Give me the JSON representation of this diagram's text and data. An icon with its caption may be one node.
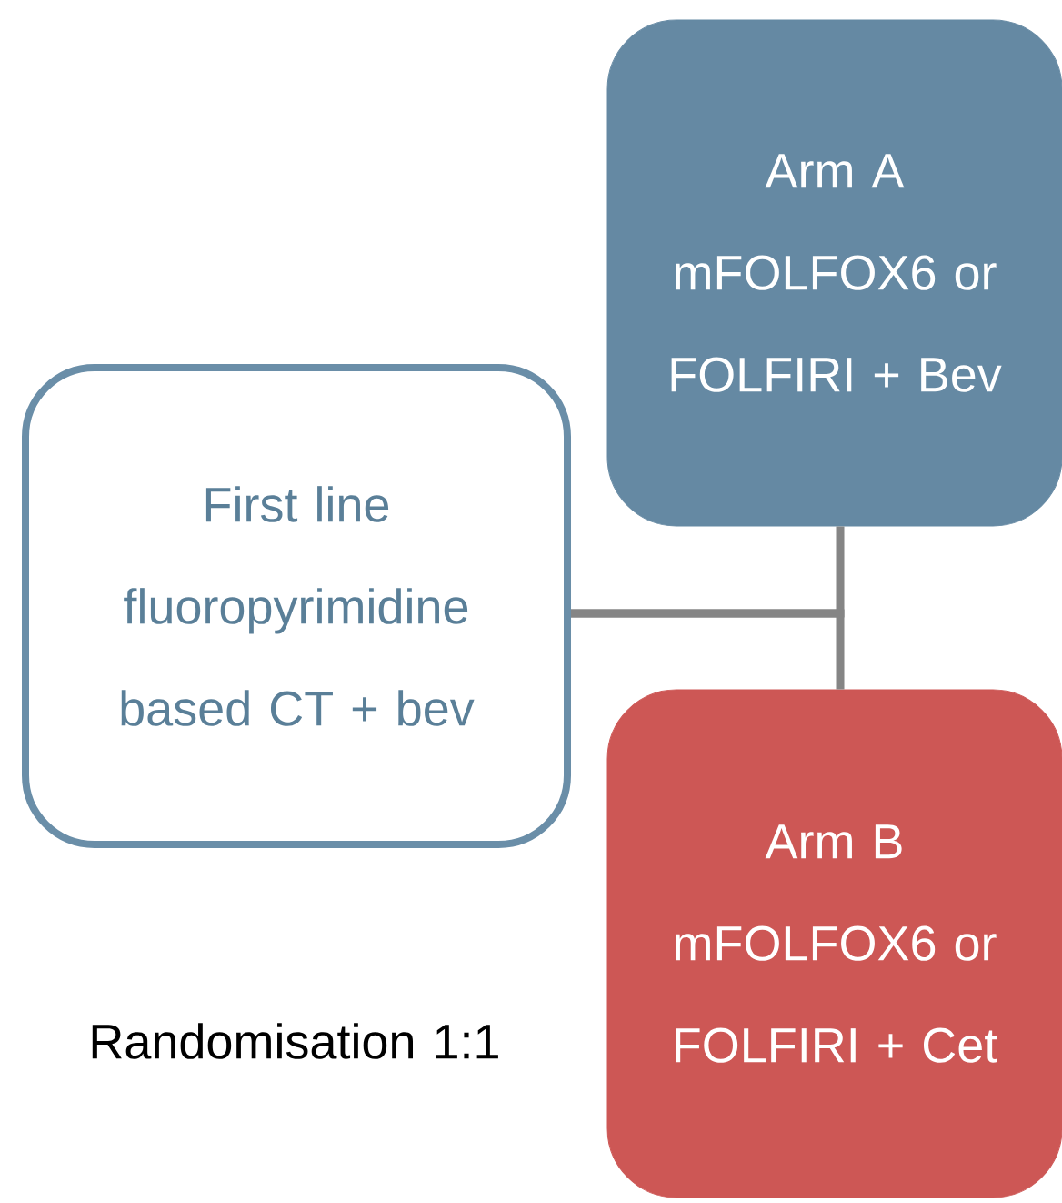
{
  "diagram": {
    "nodes": [
      {
        "text": [
          "First line fluoropyrimidine based CT + bev"
        ]
      },
      {
        "text": [
          "Arm A",
          "mFOLFOX6 or FOLFIRI + Bev"
        ]
      },
      {
        "text": [
          "Arm B",
          "mFOLFOX6 or FOLFIRI + Cet"
        ]
      }
    ],
    "edges": [
      {
        "from": 0,
        "to": 1,
        "arrow": "none"
      },
      {
        "from": 0,
        "to": 2,
        "arrow": "none"
      }
    ],
    "labels": [
      "Randomisation 1:1"
    ]
  }
}
